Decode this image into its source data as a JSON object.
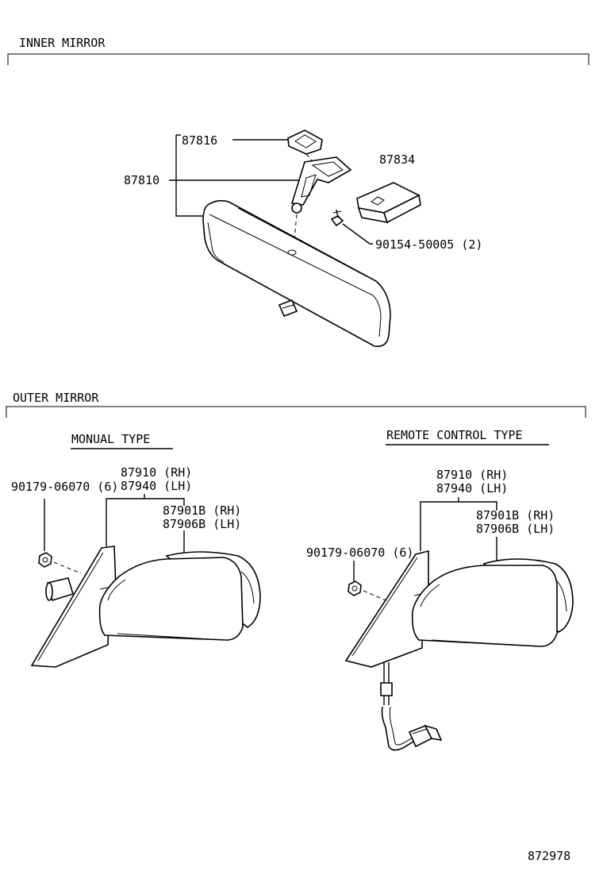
{
  "sections": {
    "inner": {
      "title": "INNER MIRROR",
      "callouts": {
        "bracket_top": "87816",
        "mirror_assy": "87810",
        "cover": "87834",
        "screw": "90154-50005 (2)"
      }
    },
    "outer": {
      "title": "OUTER MIRROR",
      "manual": {
        "title": "MONUAL TYPE",
        "nut": "90179-06070 (6)",
        "assy_rh": "87910 (RH)",
        "assy_lh": "87940 (LH)",
        "glass_rh": "87901B (RH)",
        "glass_lh": "87906B (LH)"
      },
      "remote": {
        "title": "REMOTE CONTROL TYPE",
        "nut": "90179-06070 (6)",
        "assy_rh": "87910 (RH)",
        "assy_lh": "87940 (LH)",
        "glass_rh": "87901B (RH)",
        "glass_lh": "87906B (LH)"
      }
    }
  },
  "figure_code": "872978"
}
